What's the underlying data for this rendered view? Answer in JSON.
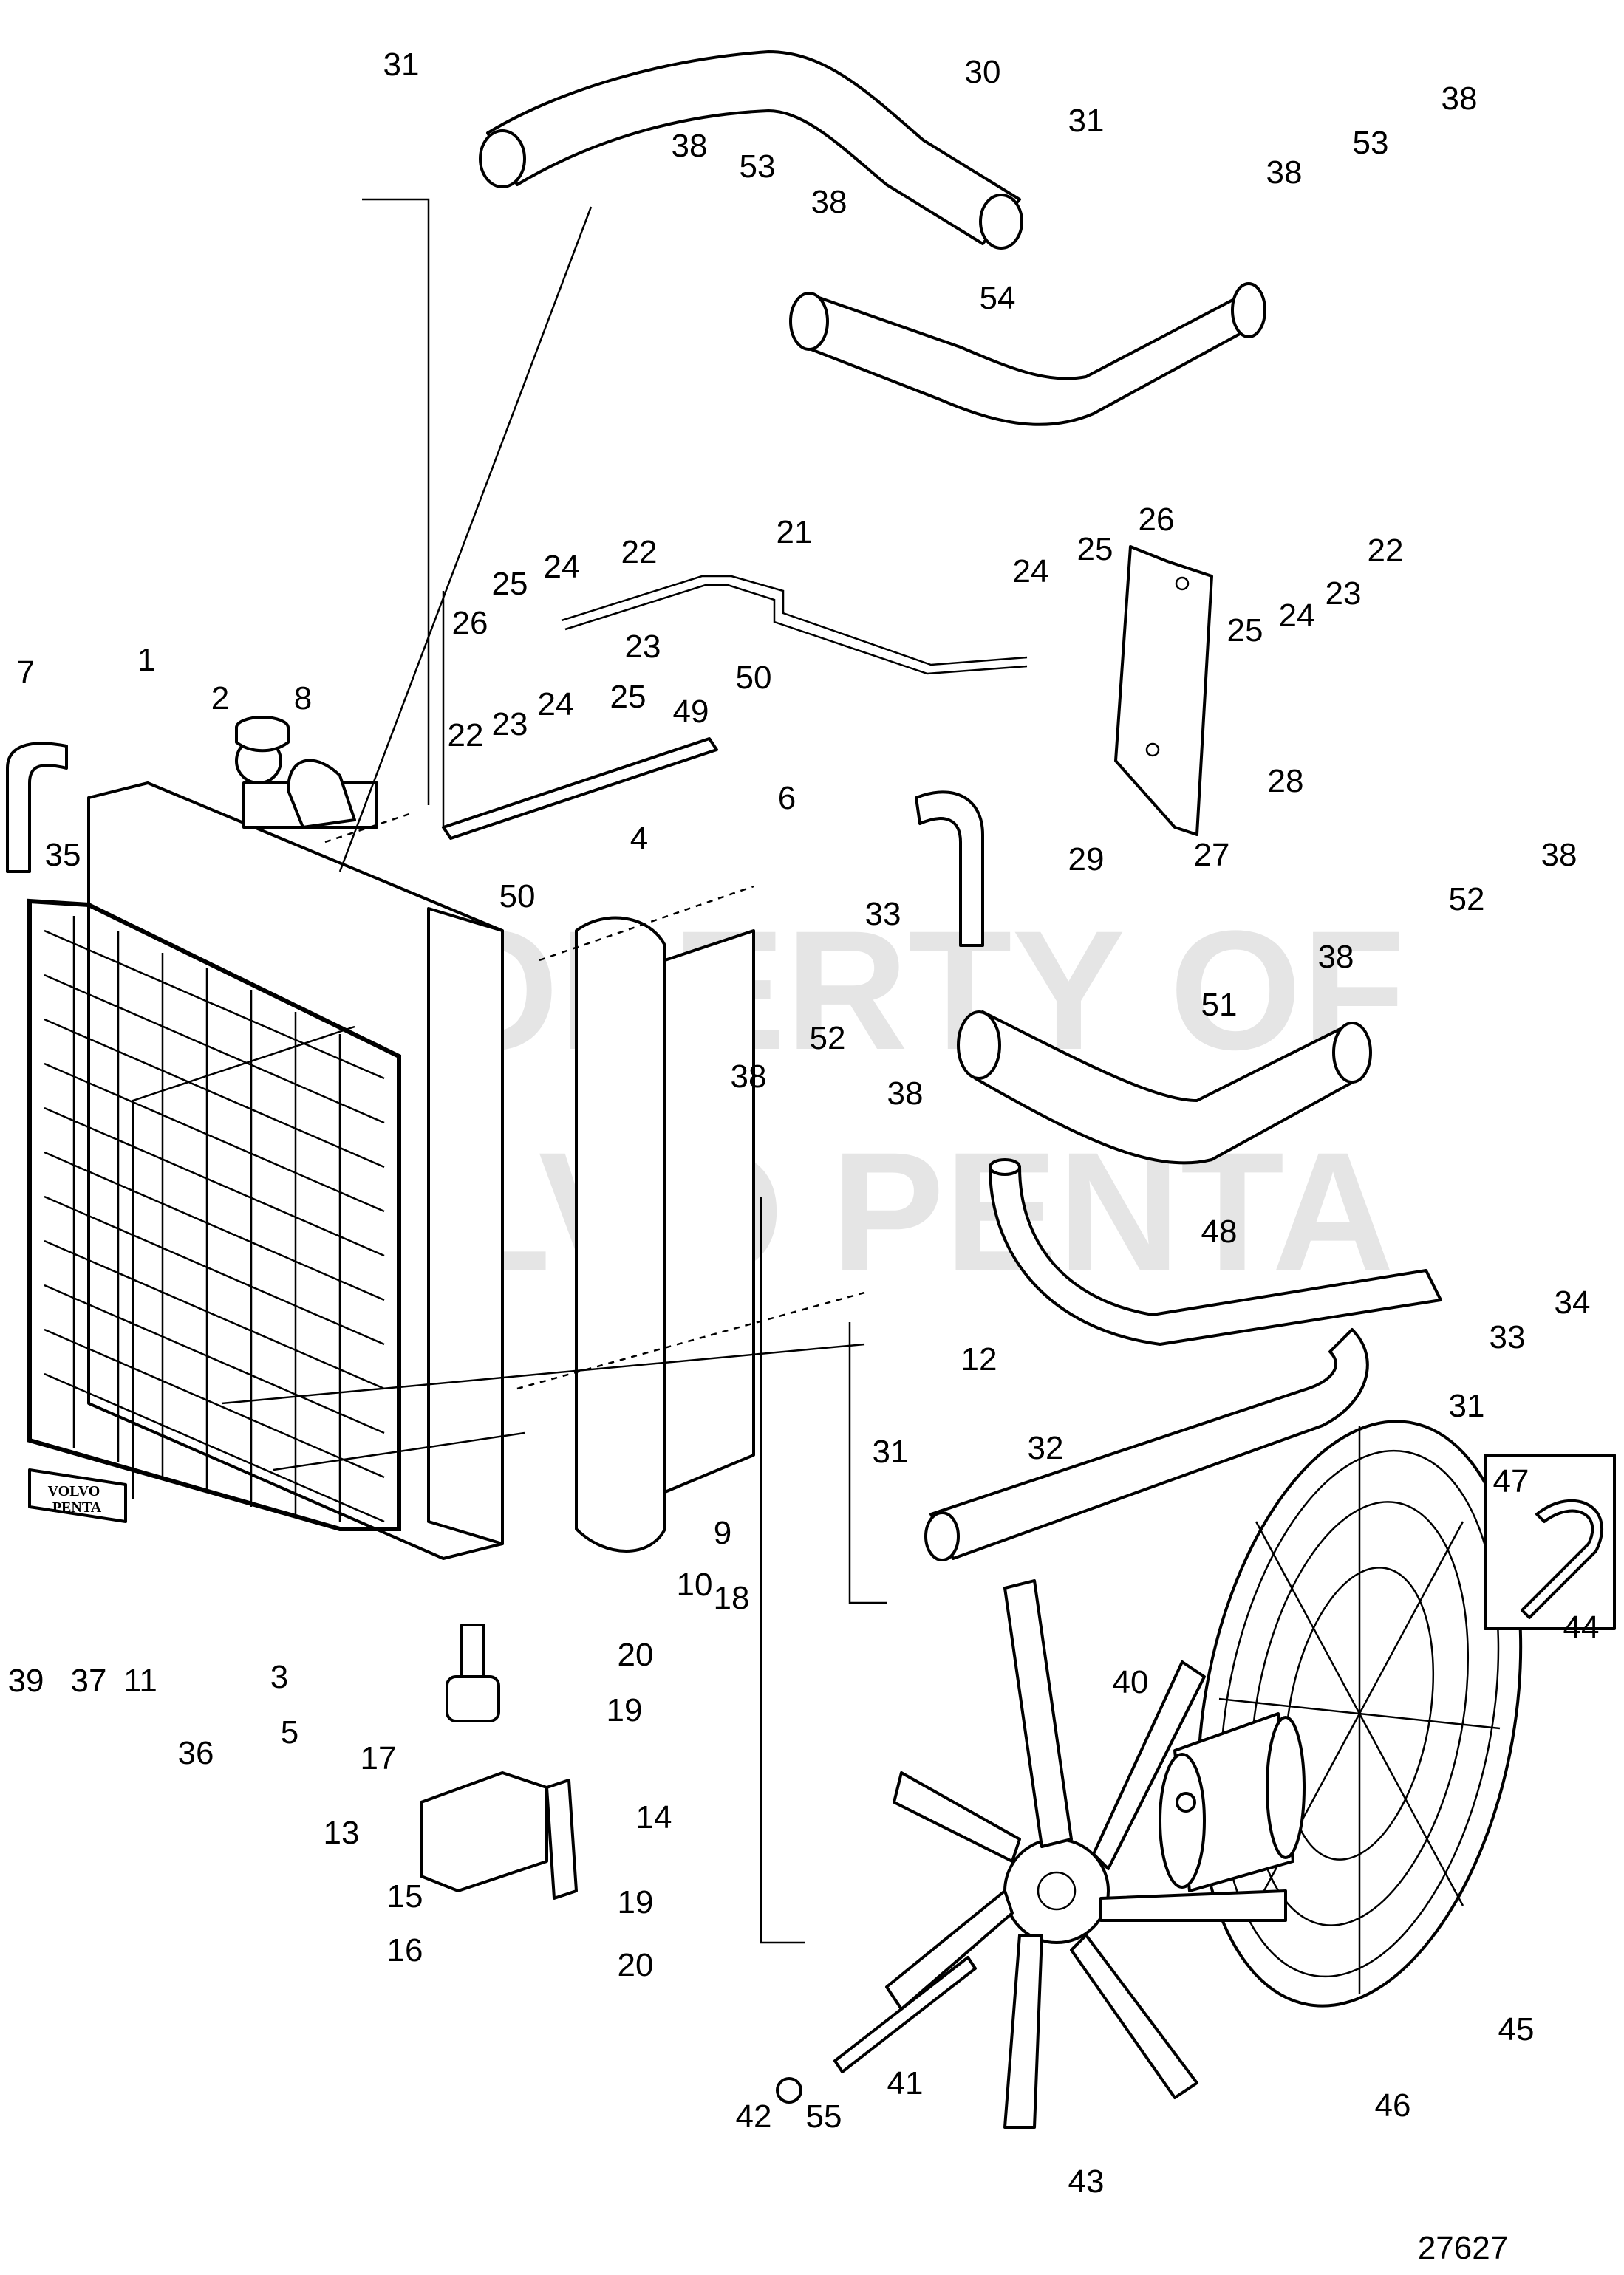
{
  "diagram": {
    "reference_number": "27627",
    "watermark_lines": [
      "PROPERTY OF",
      "VOLVO PENTA"
    ],
    "badge_lines": [
      "VOLVO",
      "PENTA"
    ],
    "callouts": [
      {
        "id": "c1",
        "text": "1"
      },
      {
        "id": "c2",
        "text": "2"
      },
      {
        "id": "c3",
        "text": "3"
      },
      {
        "id": "c4",
        "text": "4"
      },
      {
        "id": "c5",
        "text": "5"
      },
      {
        "id": "c6",
        "text": "6"
      },
      {
        "id": "c7",
        "text": "7"
      },
      {
        "id": "c8",
        "text": "8"
      },
      {
        "id": "c9",
        "text": "9"
      },
      {
        "id": "c10",
        "text": "10"
      },
      {
        "id": "c11",
        "text": "11"
      },
      {
        "id": "c12",
        "text": "12"
      },
      {
        "id": "c13",
        "text": "13"
      },
      {
        "id": "c14",
        "text": "14"
      },
      {
        "id": "c15",
        "text": "15"
      },
      {
        "id": "c16",
        "text": "16"
      },
      {
        "id": "c17",
        "text": "17"
      },
      {
        "id": "c18",
        "text": "18"
      },
      {
        "id": "c19a",
        "text": "19"
      },
      {
        "id": "c19b",
        "text": "19"
      },
      {
        "id": "c20a",
        "text": "20"
      },
      {
        "id": "c20b",
        "text": "20"
      },
      {
        "id": "c21",
        "text": "21"
      },
      {
        "id": "c22a",
        "text": "22"
      },
      {
        "id": "c22b",
        "text": "22"
      },
      {
        "id": "c22c",
        "text": "22"
      },
      {
        "id": "c23a",
        "text": "23"
      },
      {
        "id": "c23b",
        "text": "23"
      },
      {
        "id": "c23c",
        "text": "23"
      },
      {
        "id": "c24a",
        "text": "24"
      },
      {
        "id": "c24b",
        "text": "24"
      },
      {
        "id": "c24c",
        "text": "24"
      },
      {
        "id": "c24d",
        "text": "24"
      },
      {
        "id": "c25a",
        "text": "25"
      },
      {
        "id": "c25b",
        "text": "25"
      },
      {
        "id": "c25c",
        "text": "25"
      },
      {
        "id": "c25d",
        "text": "25"
      },
      {
        "id": "c26a",
        "text": "26"
      },
      {
        "id": "c26b",
        "text": "26"
      },
      {
        "id": "c27",
        "text": "27"
      },
      {
        "id": "c28",
        "text": "28"
      },
      {
        "id": "c29",
        "text": "29"
      },
      {
        "id": "c30",
        "text": "30"
      },
      {
        "id": "c31a",
        "text": "31"
      },
      {
        "id": "c31b",
        "text": "31"
      },
      {
        "id": "c31c",
        "text": "31"
      },
      {
        "id": "c31d",
        "text": "31"
      },
      {
        "id": "c32",
        "text": "32"
      },
      {
        "id": "c33a",
        "text": "33"
      },
      {
        "id": "c33b",
        "text": "33"
      },
      {
        "id": "c34",
        "text": "34"
      },
      {
        "id": "c35",
        "text": "35"
      },
      {
        "id": "c36",
        "text": "36"
      },
      {
        "id": "c37",
        "text": "37"
      },
      {
        "id": "c38a",
        "text": "38"
      },
      {
        "id": "c38b",
        "text": "38"
      },
      {
        "id": "c38c",
        "text": "38"
      },
      {
        "id": "c38d",
        "text": "38"
      },
      {
        "id": "c38e",
        "text": "38"
      },
      {
        "id": "c38f",
        "text": "38"
      },
      {
        "id": "c38g",
        "text": "38"
      },
      {
        "id": "c38h",
        "text": "38"
      },
      {
        "id": "c39",
        "text": "39"
      },
      {
        "id": "c40",
        "text": "40"
      },
      {
        "id": "c41",
        "text": "41"
      },
      {
        "id": "c42",
        "text": "42"
      },
      {
        "id": "c43",
        "text": "43"
      },
      {
        "id": "c44",
        "text": "44"
      },
      {
        "id": "c45",
        "text": "45"
      },
      {
        "id": "c46",
        "text": "46"
      },
      {
        "id": "c47",
        "text": "47"
      },
      {
        "id": "c48",
        "text": "48"
      },
      {
        "id": "c49",
        "text": "49"
      },
      {
        "id": "c50a",
        "text": "50"
      },
      {
        "id": "c50b",
        "text": "50"
      },
      {
        "id": "c51",
        "text": "51"
      },
      {
        "id": "c52a",
        "text": "52"
      },
      {
        "id": "c52b",
        "text": "52"
      },
      {
        "id": "c53a",
        "text": "53"
      },
      {
        "id": "c53b",
        "text": "53"
      },
      {
        "id": "c54",
        "text": "54"
      },
      {
        "id": "c55",
        "text": "55"
      }
    ]
  }
}
